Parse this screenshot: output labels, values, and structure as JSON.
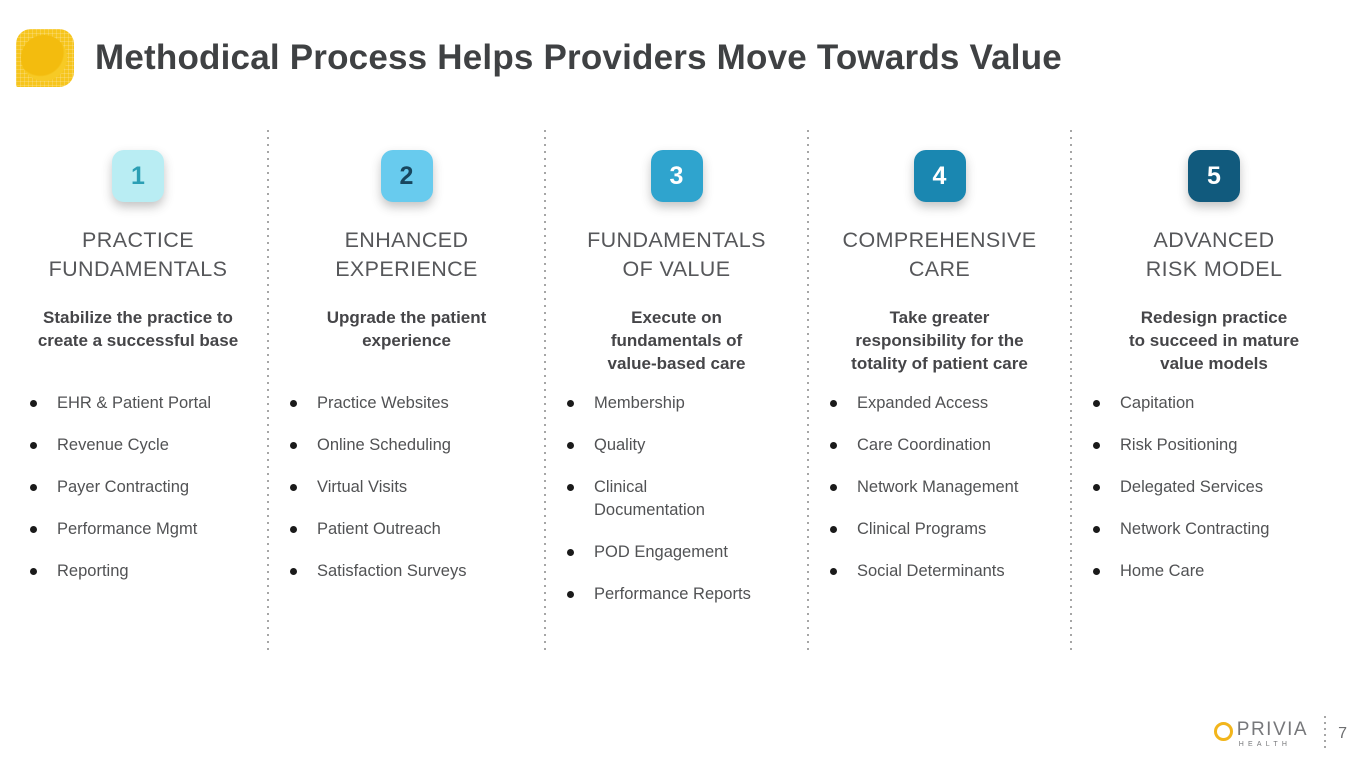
{
  "slide": {
    "title": "Methodical Process Helps Providers Move Towards Value"
  },
  "icons": {
    "header_logo": "privia-sun-icon",
    "footer_logo": "privia-ring-icon",
    "bullet": "black-dot"
  },
  "colors": {
    "title_text": "#3f4143",
    "column_title_text": "#56575a",
    "body_text": "#515254",
    "brand_yellow": "#f6c51d",
    "divider_gray": "#a6a6a6"
  },
  "columns": [
    {
      "number": "1",
      "badge_bg": "#b9edf3",
      "badge_fg": "#2b9fb4",
      "title": "PRACTICE\nFUNDAMENTALS",
      "description": "Stabilize the practice to\ncreate a successful base",
      "bullets": [
        "EHR & Patient Portal",
        "Revenue Cycle",
        "Payer Contracting",
        "Performance Mgmt",
        "Reporting"
      ]
    },
    {
      "number": "2",
      "badge_bg": "#68cbee",
      "badge_fg": "#17465e",
      "title": "ENHANCED\nEXPERIENCE",
      "description": "Upgrade the patient\nexperience",
      "bullets": [
        "Practice Websites",
        "Online Scheduling",
        "Virtual Visits",
        "Patient Outreach",
        "Satisfaction Surveys"
      ]
    },
    {
      "number": "3",
      "badge_bg": "#2fa4ce",
      "badge_fg": "#ffffff",
      "title": "FUNDAMENTALS\nOF VALUE",
      "description": "Execute on\nfundamentals of\nvalue-based care",
      "bullets": [
        "Membership",
        "Quality",
        "Clinical\nDocumentation",
        "POD Engagement",
        "Performance Reports"
      ]
    },
    {
      "number": "4",
      "badge_bg": "#1a87b1",
      "badge_fg": "#ffffff",
      "title": "COMPREHENSIVE\nCARE",
      "description": "Take greater\nresponsibility for the\ntotality of patient care",
      "bullets": [
        "Expanded Access",
        "Care Coordination",
        "Network Management",
        "Clinical Programs",
        "Social Determinants"
      ]
    },
    {
      "number": "5",
      "badge_bg": "#115a7d",
      "badge_fg": "#ffffff",
      "title": "ADVANCED\nRISK MODEL",
      "description": "Redesign practice\nto succeed in mature\nvalue models",
      "bullets": [
        "Capitation",
        "Risk Positioning",
        "Delegated Services",
        "Network Contracting",
        "Home Care"
      ]
    }
  ],
  "footer": {
    "brand_name": "PRIVIA",
    "brand_sub": "HEALTH",
    "page_number": "7"
  }
}
